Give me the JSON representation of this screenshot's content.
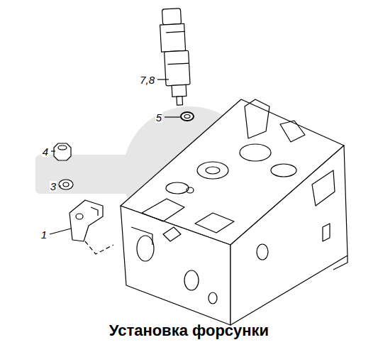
{
  "diagram": {
    "caption": "Установка форсунки",
    "labels": [
      "7,8",
      "5",
      "4",
      "3",
      "1"
    ]
  }
}
